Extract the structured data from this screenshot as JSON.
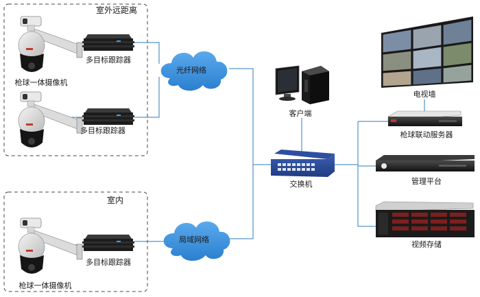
{
  "outdoor_group": {
    "title": "室外远距离"
  },
  "indoor_group": {
    "title": "室内"
  },
  "camera_label": "枪球一体摄像机",
  "tracker_label": "多目标跟踪器",
  "fiber_network": {
    "label": "光纤网络"
  },
  "lan_network": {
    "label": "局域网络"
  },
  "client": {
    "label": "客户端"
  },
  "switch": {
    "label": "交换机"
  },
  "video_wall": {
    "label": "电视墙"
  },
  "linkage_server": {
    "label": "枪球联动服务器"
  },
  "management_platform": {
    "label": "管理平台"
  },
  "video_storage": {
    "label": "视频存储"
  },
  "colors": {
    "line": "#2b7bbf",
    "cloud": "#3a8fd6",
    "dashed_border": "#444444"
  }
}
